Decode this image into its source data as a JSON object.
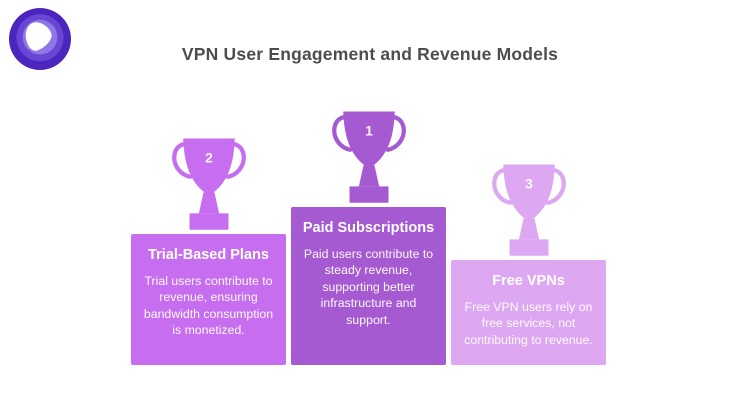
{
  "title": "VPN User Engagement and Revenue Models",
  "logo": {
    "name": "vpn-brand-logo",
    "outer_color": "#4c24be",
    "mid_color": "#6a46d4",
    "inner_color": "#9176e9",
    "pick_color": "#ffffff"
  },
  "podiums": [
    {
      "rank": "2",
      "heading": "Trial-Based Plans",
      "body": "Trial users contribute to revenue, ensuring bandwidth consumption is monetized.",
      "color": "#c76df0"
    },
    {
      "rank": "1",
      "heading": "Paid Subscriptions",
      "body": "Paid users contribute to steady revenue, supporting better infrastructure and support.",
      "color": "#a65ad1"
    },
    {
      "rank": "3",
      "heading": "Free VPNs",
      "body": "Free VPN users rely on free services, not contributing to revenue.",
      "color": "#dda7f2"
    }
  ]
}
